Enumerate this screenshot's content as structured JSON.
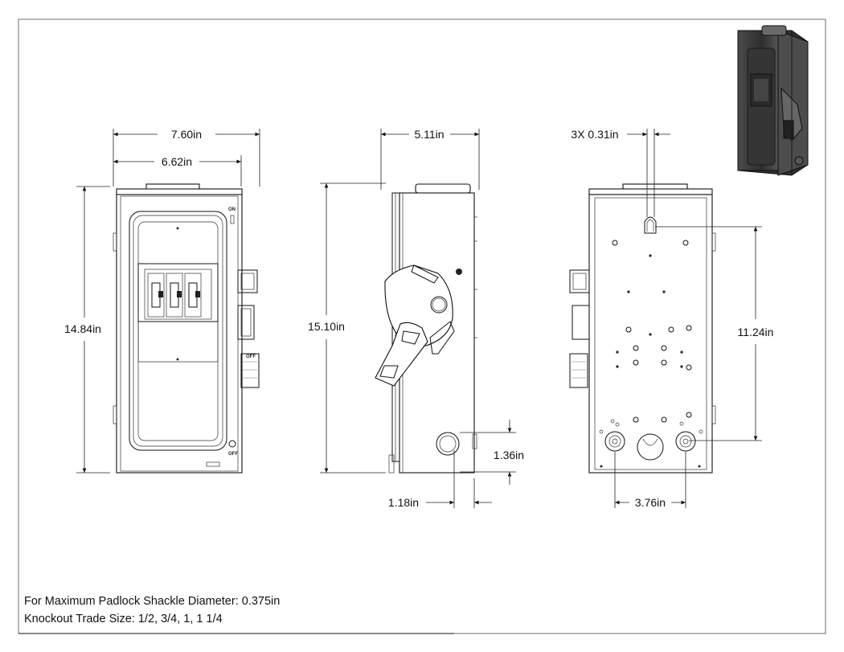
{
  "dimensions": {
    "front_width_outer": "7.60in",
    "front_width_inner": "6.62in",
    "front_height": "14.84in",
    "side_depth": "5.11in",
    "side_height": "15.10in",
    "knockout_height": "1.36in",
    "knockout_offset": "1.18in",
    "mount_slot": "3X 0.31in",
    "mount_vertical": "11.24in",
    "knockout_spacing": "3.76in"
  },
  "labels": {
    "on_top": "ON",
    "on_handle": "ON",
    "off_handle": "OFF",
    "off_bottom": "OFF"
  },
  "notes": {
    "padlock": "For Maximum Padlock Shackle Diameter: 0.375in",
    "knockout": "Knockout Trade Size: 1/2, 3/4, 1, 1 1/4"
  },
  "colors": {
    "line": "#111111",
    "render_dark": "#3a3a3a",
    "render_mid": "#5a5a5a"
  }
}
